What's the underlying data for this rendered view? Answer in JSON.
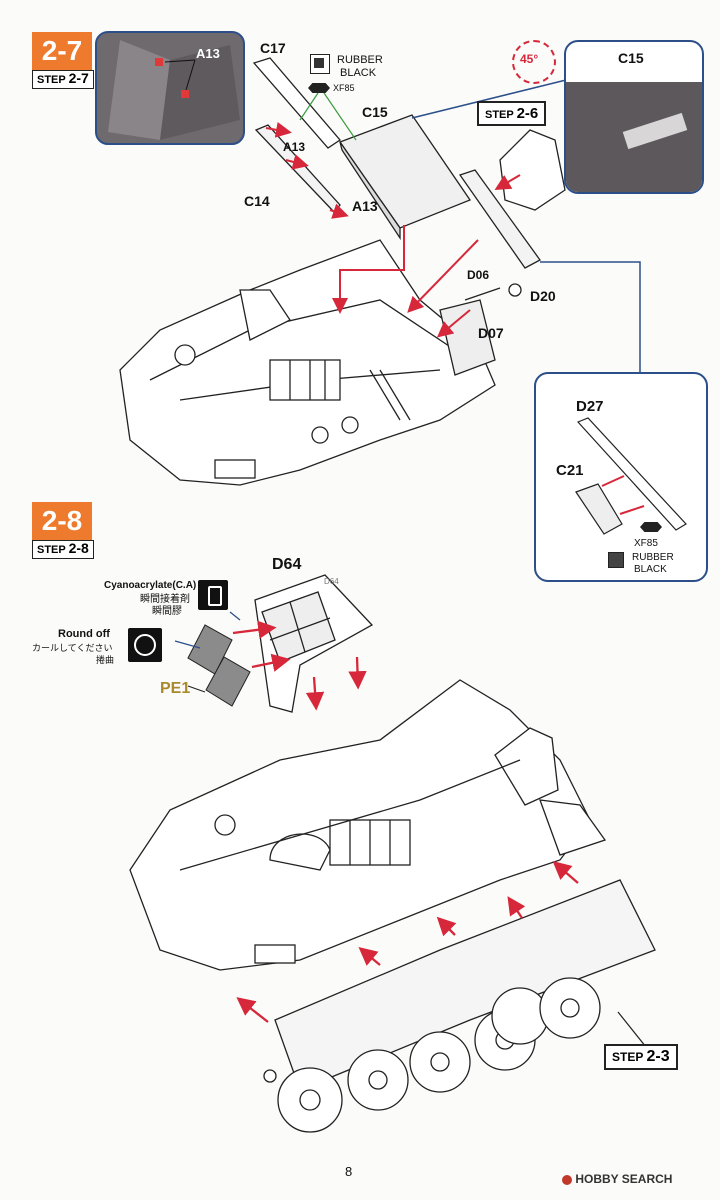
{
  "step_2_7": {
    "badge": "2-7",
    "sub_prefix": "STEP",
    "sub_num": "2-7",
    "inset_label": "A13",
    "parts": {
      "c17": "C17",
      "c15": "C15",
      "c14": "C14",
      "a13_upper": "A13",
      "a13_lower": "A13",
      "d06": "D06",
      "d20": "D20",
      "d07": "D07"
    },
    "paint": {
      "rubber": "RUBBER",
      "black": "BLACK",
      "code": "XF85"
    },
    "ref_step": {
      "prefix": "STEP",
      "num": "2-6"
    },
    "rotate": "45°",
    "callout_top_label": "C15",
    "callout_right": {
      "d27": "D27",
      "c21": "C21",
      "code": "XF85",
      "rubber": "RUBBER",
      "black": "BLACK"
    }
  },
  "step_2_8": {
    "badge": "2-8",
    "sub_prefix": "STEP",
    "sub_num": "2-8",
    "part_d64": "D64",
    "part_d64_small": "D64",
    "pe1": "PE1",
    "glue": {
      "en": "Cyanoacrylate(C.A)",
      "jp": "瞬間接着剤",
      "cn": "瞬間膠"
    },
    "round_off": {
      "en": "Round off",
      "jp": "カールしてください",
      "cn": "捲曲"
    },
    "ref_step": {
      "prefix": "STEP",
      "num": "2-3"
    }
  },
  "footer": {
    "page_number": "8",
    "watermark": "HOBBY SEARCH"
  },
  "colors": {
    "step_orange": "#ee7a2e",
    "callout_blue": "#2c4f8a",
    "arrow_red": "#d6283a",
    "pe_gold": "#a88a2c"
  }
}
